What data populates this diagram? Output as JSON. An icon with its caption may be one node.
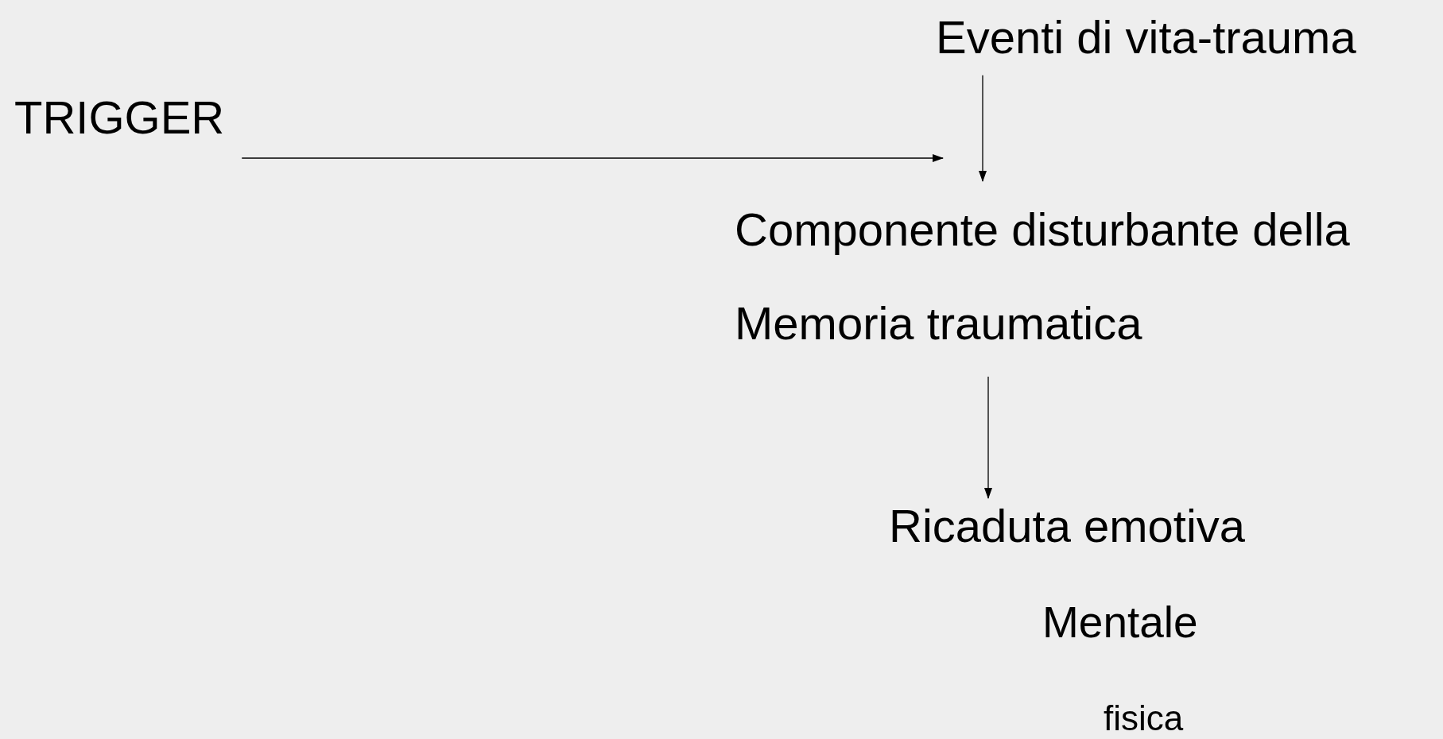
{
  "diagram": {
    "nodes": [
      {
        "text": [
          "Eventi di vita-trauma"
        ]
      },
      {
        "text": [
          "TRIGGER"
        ]
      },
      {
        "text": [
          "Componente disturbante della Memoria traumatica"
        ]
      },
      {
        "text": [
          "Ricaduta emotiva"
        ]
      }
    ],
    "edges": [
      {
        "from": 1,
        "to": 2,
        "arrow": "to"
      },
      {
        "from": 0,
        "to": 2,
        "arrow": "to"
      },
      {
        "from": 2,
        "to": 3,
        "arrow": "to"
      }
    ],
    "labels": [
      "Mentale",
      "fisica"
    ]
  }
}
